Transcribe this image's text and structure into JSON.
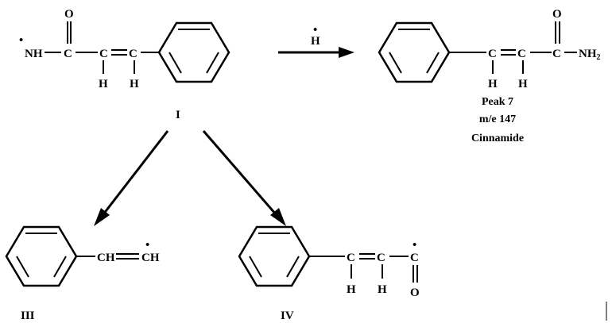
{
  "compound_I": {
    "label": "I",
    "atoms": {
      "nh": "NH",
      "dash": "–",
      "c1": "C",
      "c2": "C",
      "eq": "=",
      "c3": "C",
      "o": "O",
      "h1": "H",
      "h2": "H",
      "radical": "•"
    }
  },
  "reagent": {
    "text": "H",
    "radical": "•"
  },
  "product": {
    "atoms": {
      "c1": "C",
      "eq": "=",
      "c2": "C",
      "c3": "C",
      "o": "O",
      "nh2": "NH",
      "sub2": "2",
      "h1": "H",
      "h2": "H"
    },
    "caption": [
      "Peak 7",
      "m/e 147",
      "Cinnamide"
    ]
  },
  "compound_III": {
    "label": "III",
    "atoms": {
      "ch1": "CH",
      "eq": "=",
      "ch2": "CH",
      "radical": "•"
    }
  },
  "compound_IV": {
    "label": "IV",
    "atoms": {
      "c1": "C",
      "eq": "=",
      "c2": "C",
      "c3": "C",
      "o": "O",
      "h1": "H",
      "h2": "H",
      "radical": "•"
    }
  }
}
